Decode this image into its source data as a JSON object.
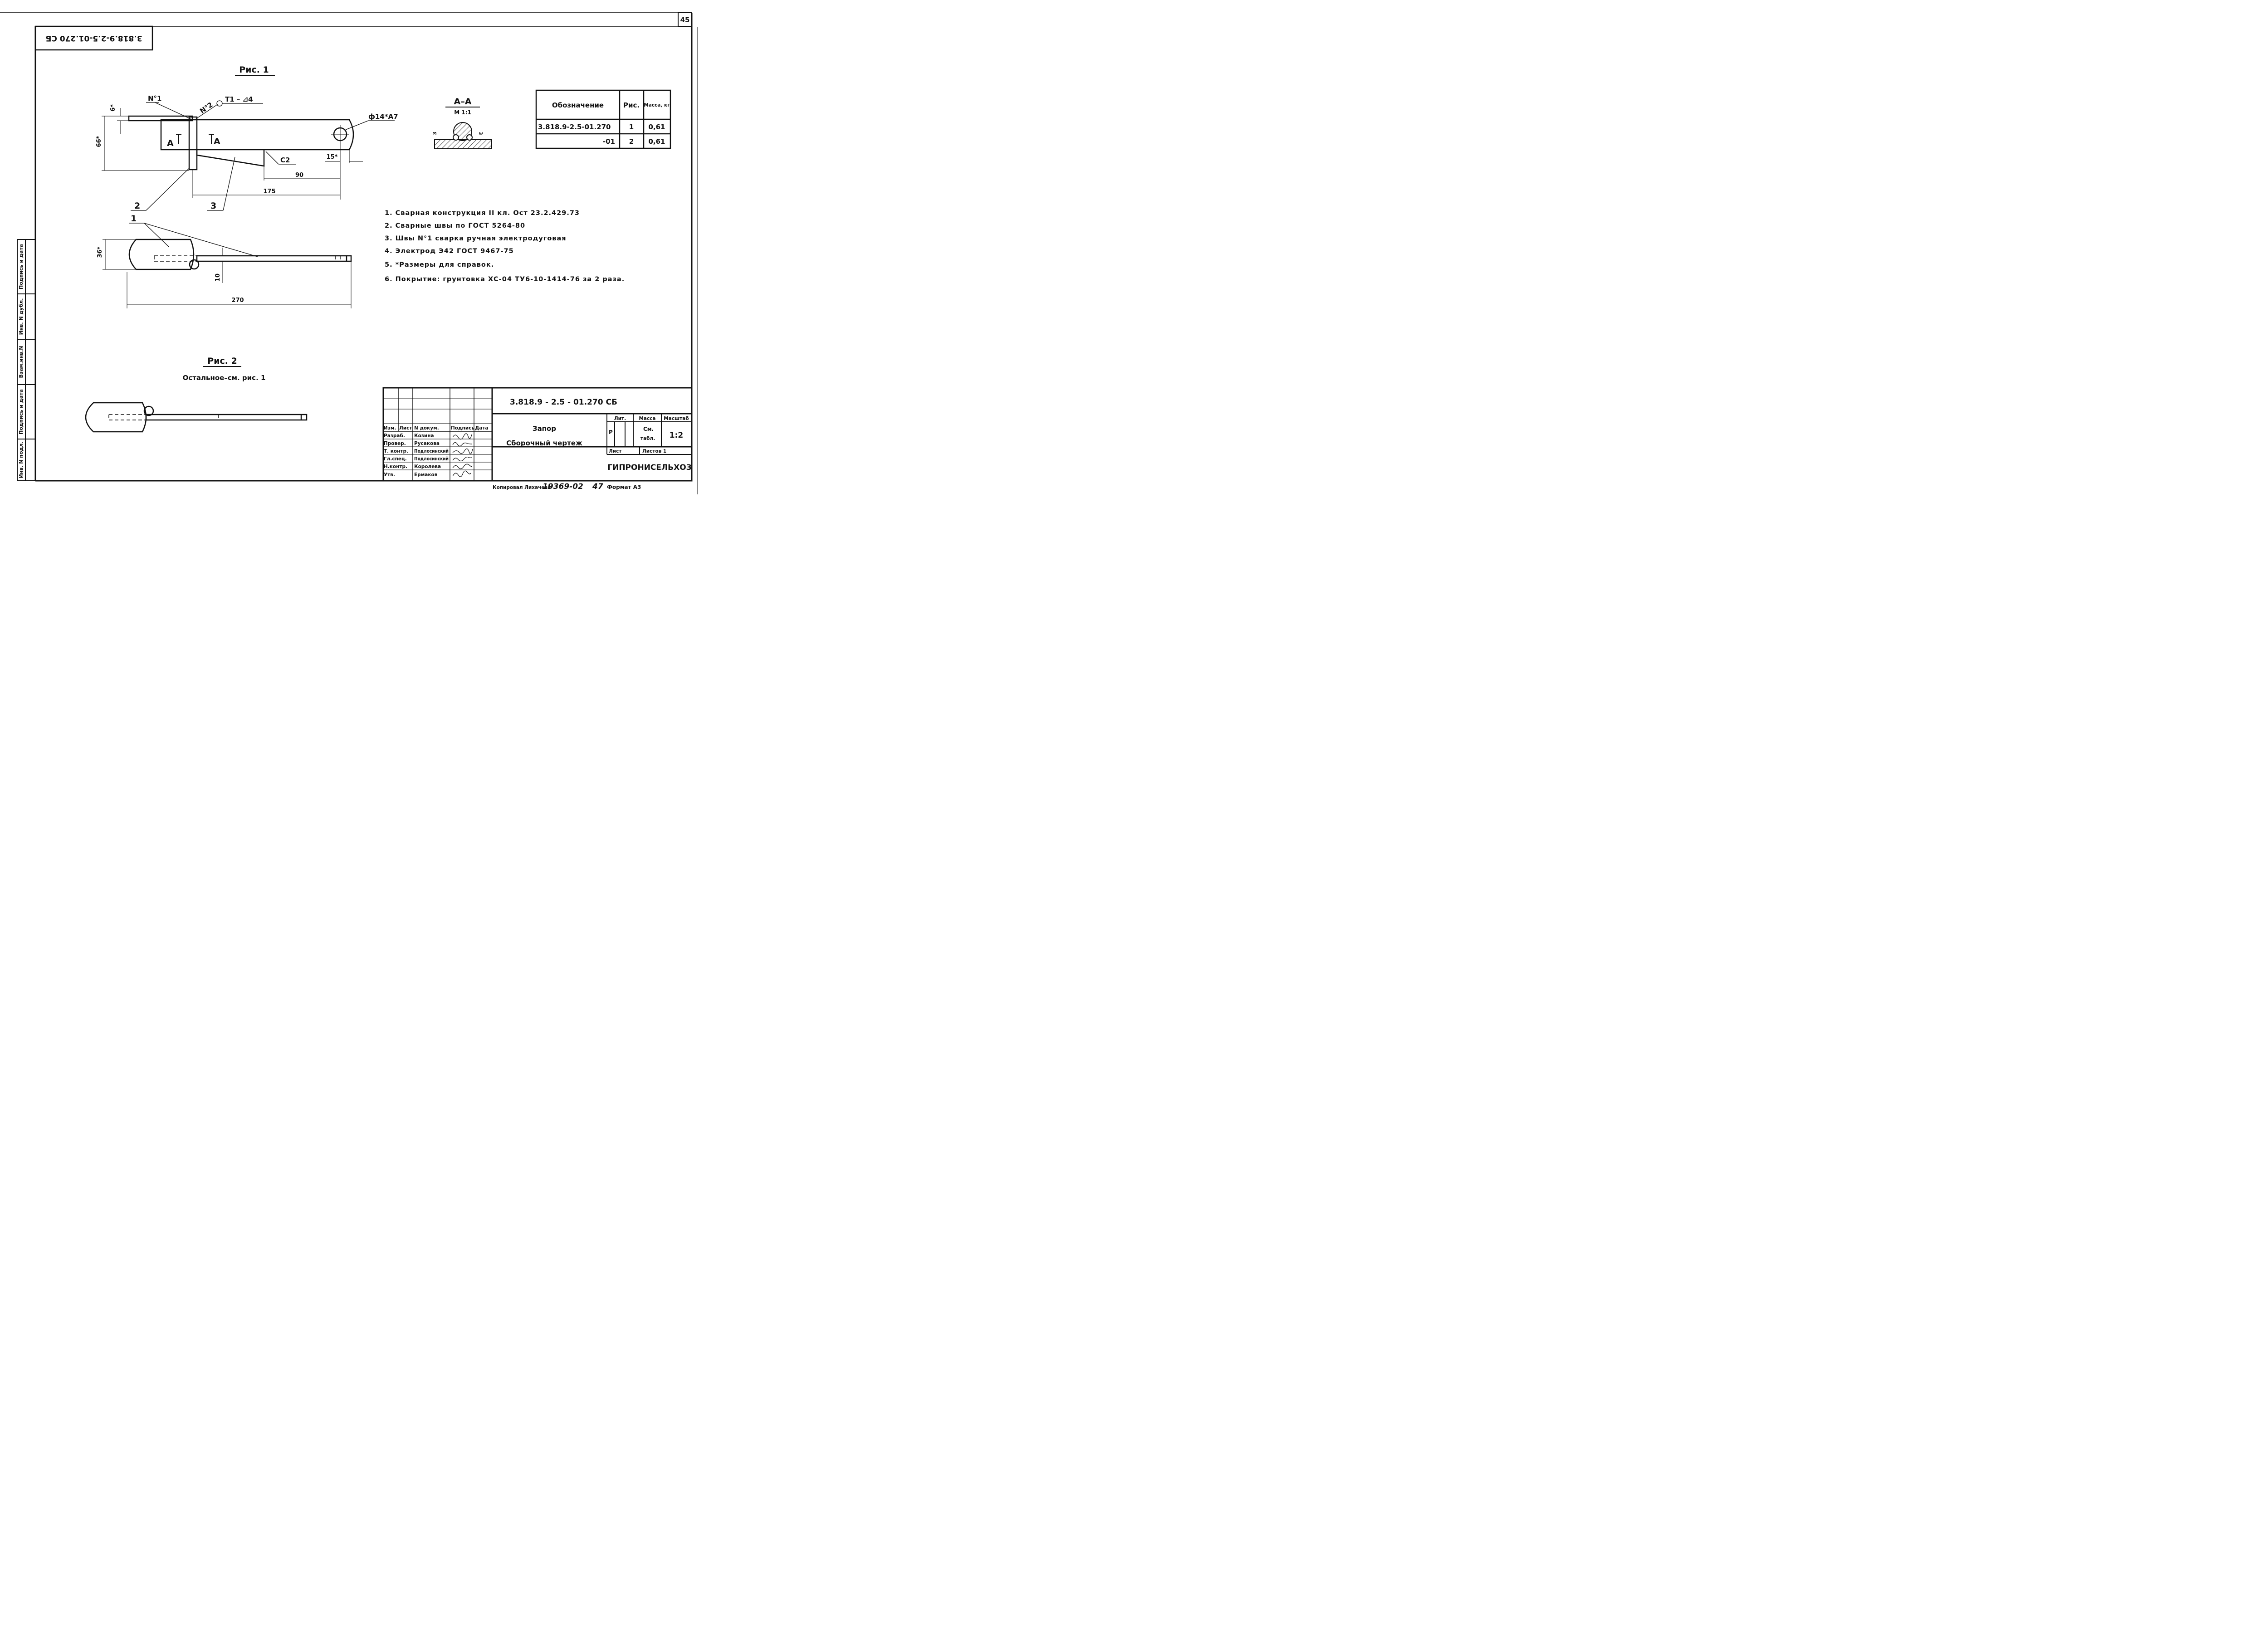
{
  "sheet": {
    "page_number": "45",
    "stamp_code": "3.818.9-2.5-01.270 СБ"
  },
  "fig1": {
    "title": "Рис. 1",
    "weld_1_label": "N°1",
    "weld_2_label": "N°2",
    "weld_callout": "T1 – ⊿4",
    "hole_callout": "ф14*А7",
    "chamfer_callout": "С2",
    "section_mark_left": "А",
    "section_mark_right": "А",
    "dim_6": "6*",
    "dim_66": "66*",
    "dim_15": "15*",
    "dim_90": "90",
    "dim_175": "175",
    "part_2": "2",
    "part_3": "3",
    "part_1": "1",
    "dim_36": "36*",
    "dim_10": "10",
    "dim_270": "270"
  },
  "section": {
    "title": "А–А",
    "scale": "М 1:1",
    "dim_left": "3",
    "dim_right": "3"
  },
  "variants_table": {
    "headers": [
      "Обозначение",
      "Рис.",
      "Масса, кг"
    ],
    "rows": [
      [
        "3.818.9-2.5-01.270",
        "1",
        "0,61"
      ],
      [
        "-01",
        "2",
        "0,61"
      ]
    ]
  },
  "notes": [
    "1. Сварная конструкция II кл. Ост 23.2.429.73",
    "2. Сварные швы по ГОСТ 5264-80",
    "3. Швы N°1 сварка ручная электродуговая",
    "4. Электрод Э42 ГОСТ 9467-75",
    "5. *Размеры для справок.",
    "6. Покрытие: грунтовка ХС-04 ТУ6-10-1414-76 за 2 раза."
  ],
  "fig2": {
    "title": "Рис. 2",
    "subtitle": "Остальное–см. рис. 1"
  },
  "title_block": {
    "designation": "3.818.9 - 2.5 - 01.270 СБ",
    "name_line1": "Запор",
    "name_line2": "Сборочный чертеж",
    "col_headers": [
      "Изм.",
      "Лист",
      "N докум.",
      "Подпись",
      "Дата"
    ],
    "roles": [
      {
        "role": "Разраб.",
        "person": "Козина"
      },
      {
        "role": "Провер.",
        "person": "Русакова"
      },
      {
        "role": "Т. контр.",
        "person": "Подлосинский"
      },
      {
        "role": "Гл.спец.",
        "person": "Подлосинский"
      },
      {
        "role": "Н.контр.",
        "person": "Королева"
      },
      {
        "role": "Утв.",
        "person": "Ермаков"
      }
    ],
    "lit_header": "Лит.",
    "mass_header": "Масса",
    "scale_header": "Масштаб",
    "lit_value": "Р",
    "mass_line1": "См.",
    "mass_line2": "табл.",
    "scale_value": "1:2",
    "sheet_label": "Лист",
    "sheets_label": "Листов 1",
    "org": "ГИПРОНИСЕЛЬХОЗ"
  },
  "footer": {
    "copied_by": "Копировал Лихачева",
    "number": "19369-02",
    "sheet_no": "47",
    "format": "Формат А3"
  },
  "side_column": {
    "labels": [
      "Инв. N подл.",
      "Подпись и дата",
      "Взам.инв.N",
      "Инв. N дубл.",
      "Подпись и дата"
    ]
  }
}
